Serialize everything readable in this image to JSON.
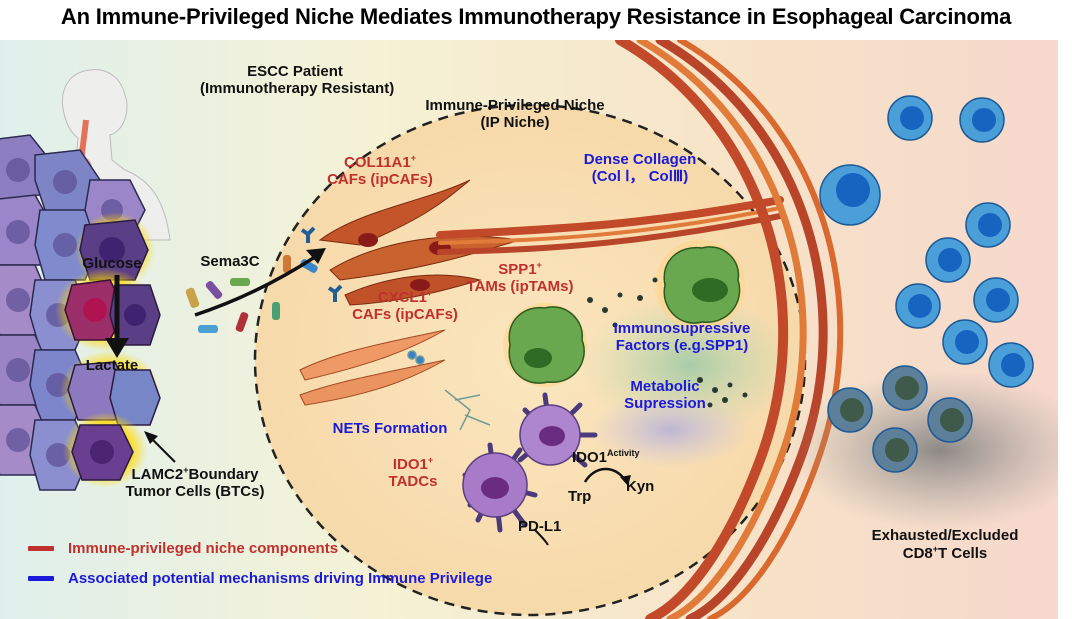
{
  "title": "An Immune-Privileged Niche Mediates Immunotherapy Resistance in Esophageal Carcinoma",
  "patient": {
    "line1": "ESCC Patient",
    "line2": "(Immunotherapy Resistant)"
  },
  "niche": {
    "line1": "Immune-Privileged Niche",
    "line2": "(IP Niche)"
  },
  "tumor": {
    "glucose": "Glucose",
    "lactate": "Lactate",
    "btc_gene": "LAMC2",
    "btc_sup": "+",
    "btc_line1_rest": "Boundary",
    "btc_line2": "Tumor Cells (BTCs)"
  },
  "sema3c": "Sema3C",
  "col11a1_cafs": {
    "gene": "COL11A1",
    "sup": "+",
    "line2": "CAFs (ipCAFs)"
  },
  "cxcl1_cafs": {
    "gene": "CXCL1",
    "sup": "+",
    "line2": "CAFs (ipCAFs)"
  },
  "spp1_tams": {
    "gene": "SPP1",
    "sup": "+",
    "line2": "TAMs (ipTAMs)"
  },
  "dense_collagen": {
    "line1": "Dense Collagen",
    "line2": "(Col Ⅰ， ColⅢ)"
  },
  "immunosuppressive": {
    "line1": "Immunosupressive",
    "line2": "Factors (e.g.SPP1)"
  },
  "metabolic": {
    "line1": "Metabolic",
    "line2": "Supression"
  },
  "nets": "NETs Formation",
  "ido1_tadcs": {
    "gene": "IDO1",
    "sup": "+",
    "line2": "TADCs"
  },
  "ido1_activity": {
    "gene": "IDO1",
    "sup": "Activity"
  },
  "trp": "Trp",
  "kyn": "Kyn",
  "pdl1": "PD-L1",
  "tcells": {
    "line1": "Exhausted/Excluded",
    "line2_pre": "CD8",
    "line2_sup": "+",
    "line2_post": "T Cells"
  },
  "legend": [
    {
      "label": "Immune-privileged niche components",
      "color": "#c0302c"
    },
    {
      "label": "Associated potential mechanisms driving Immune Privilege",
      "color": "#1a1ad8"
    }
  ],
  "colors": {
    "red_label": "#c0302c",
    "blue_label": "#1a1ad8",
    "collagen": "#d3602e",
    "tumor_cell": "#8a6bb8",
    "tcell": "#3a8fcf",
    "tam": "#6aa84f",
    "dc": "#a77bc7"
  }
}
